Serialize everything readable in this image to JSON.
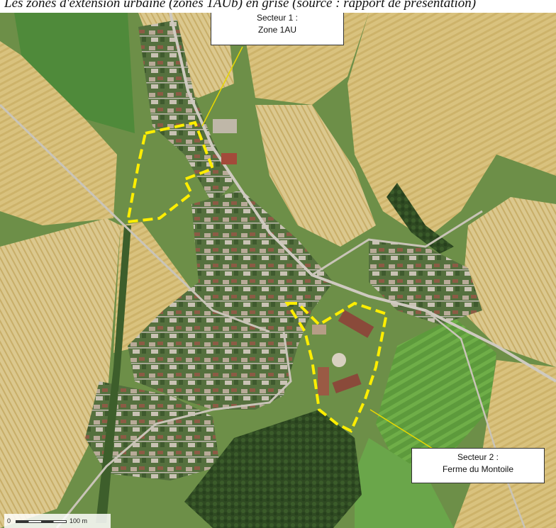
{
  "caption": "Les zones d'extension urbaine (zones 1AUb) en grisé (source : rapport de présentation)",
  "callouts": {
    "sector1": {
      "line1": "Secteur 1 :",
      "line2": "Zone 1AU"
    },
    "sector2": {
      "line1": "Secteur 2 :",
      "line2": "Ferme du Montoile"
    }
  },
  "scalebar": {
    "start": "0",
    "end": "100 m"
  },
  "colors": {
    "zone_outline": "#ffee00",
    "leader_line": "#e8d800",
    "field_wheat": "#d8c07a",
    "field_green": "#5b8c3a",
    "forest": "#2f4a22"
  }
}
